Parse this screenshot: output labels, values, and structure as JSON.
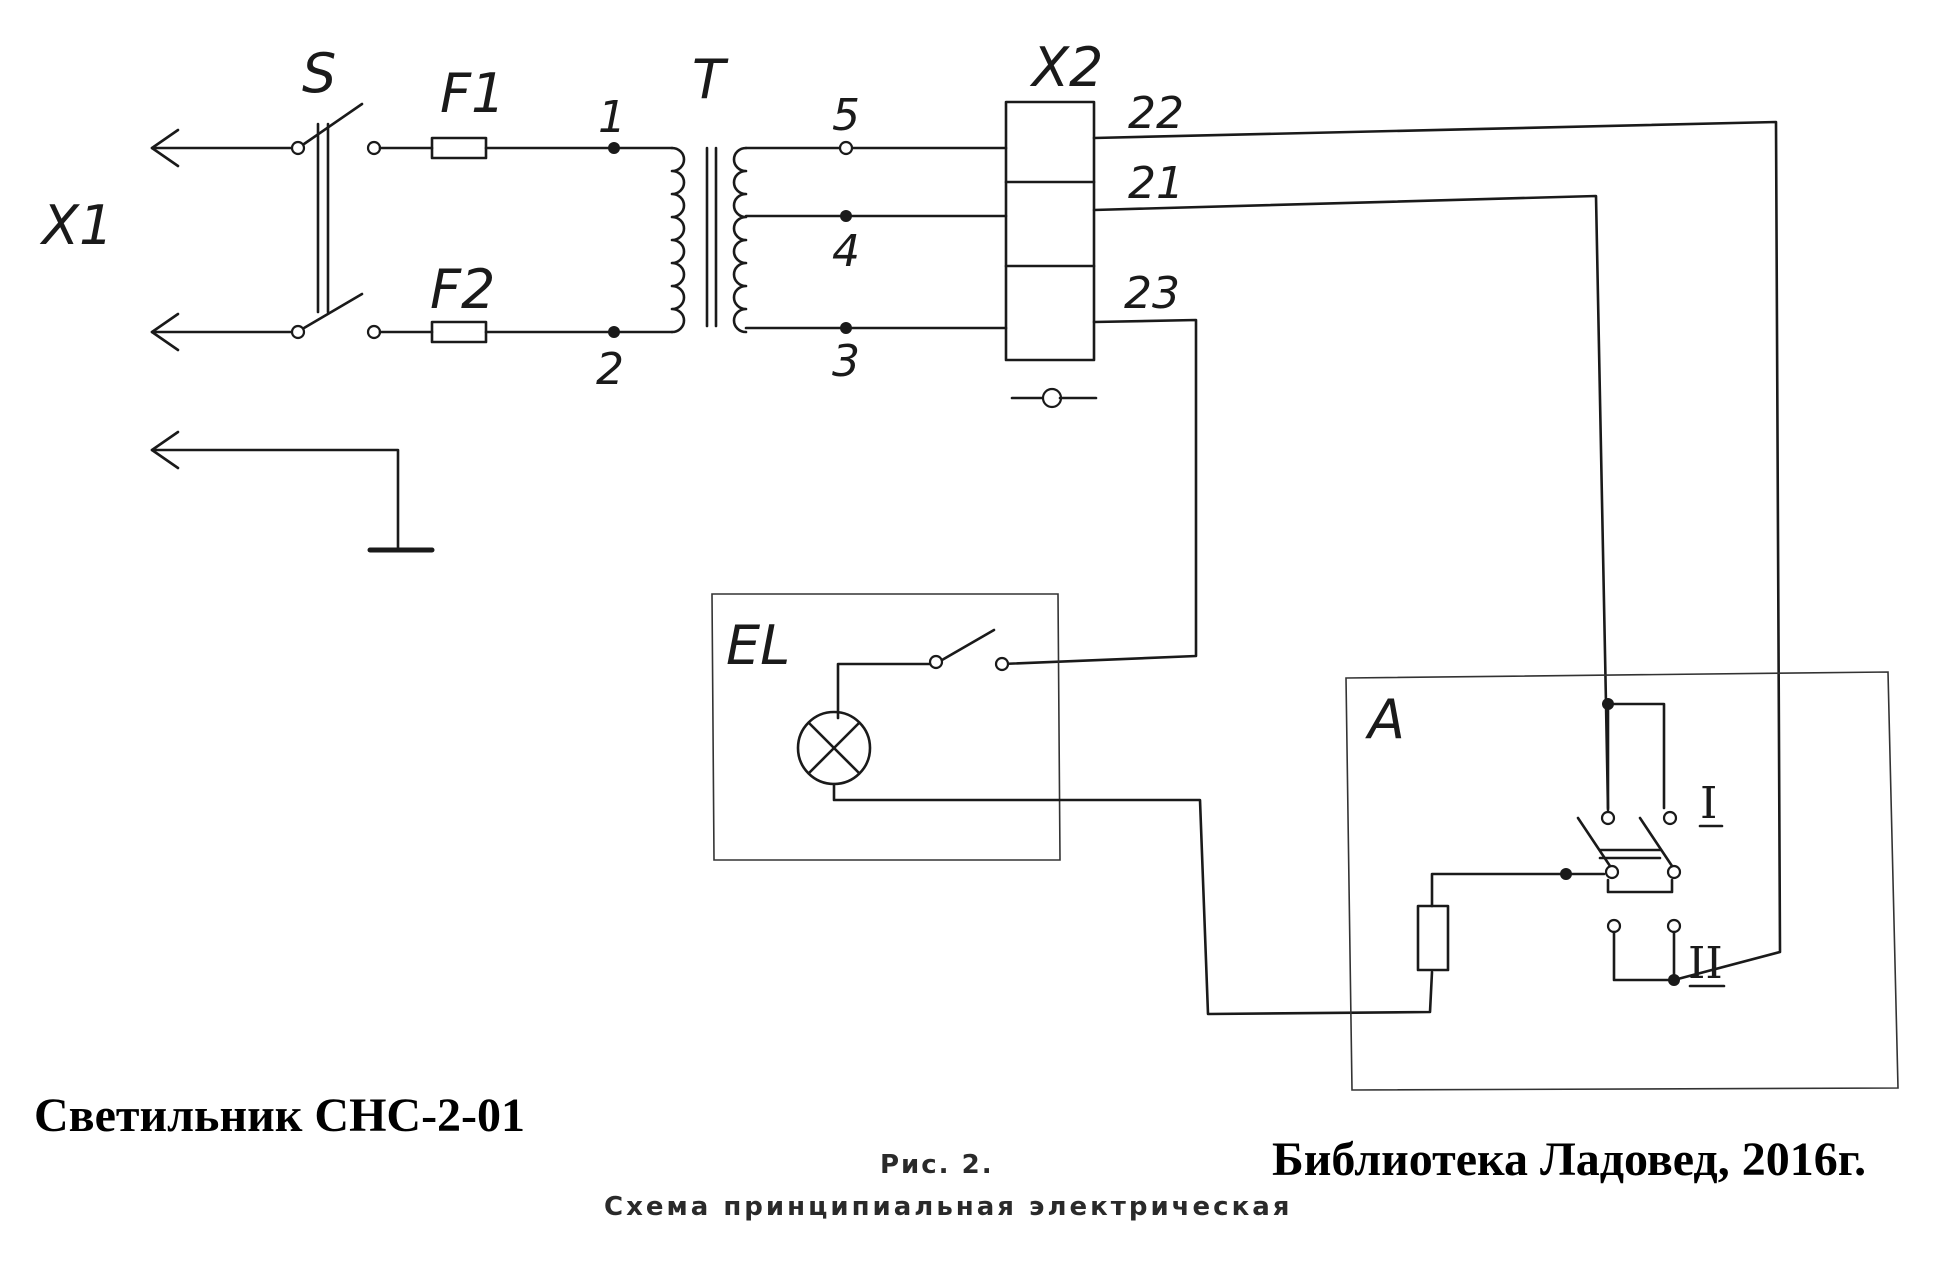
{
  "diagram": {
    "labels": {
      "connector_x1": "X1",
      "switch_s": "S",
      "fuse_f1": "F1",
      "fuse_f2": "F2",
      "transformer_t": "T",
      "terminal_block_x2": "X2",
      "node_1": "1",
      "node_2": "2",
      "node_3": "3",
      "node_4": "4",
      "node_5": "5",
      "wire_22": "22",
      "wire_21": "21",
      "wire_23": "23",
      "lamp_block_el": "EL",
      "unit_a": "A",
      "position_i": "I",
      "position_ii": "II"
    }
  },
  "captions": {
    "title": "Светильник СНС-2-01",
    "library": "Библиотека Ладовед, 2016г.",
    "figure_number": "Рис. 2.",
    "figure_caption": "Схема принципиальная электрическая"
  }
}
